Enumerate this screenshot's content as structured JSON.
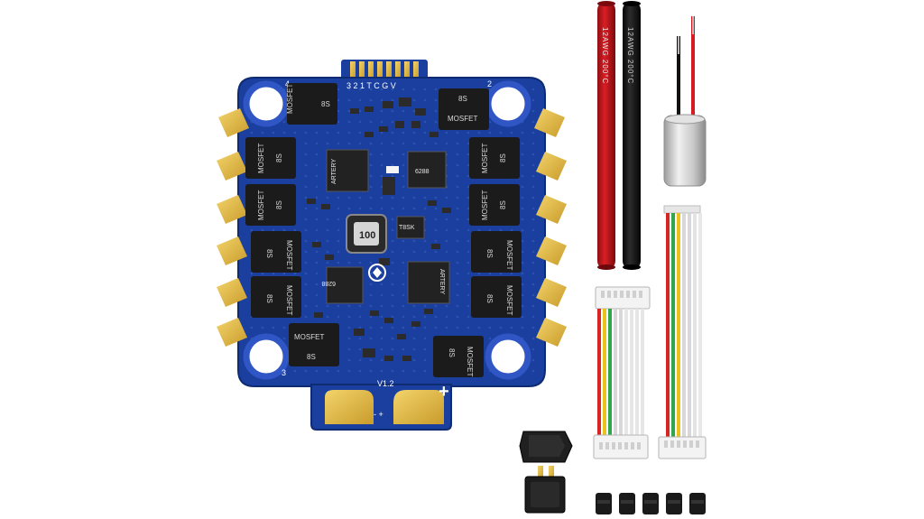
{
  "board": {
    "version_label": "V1.2",
    "inductor_label": "100",
    "corner_labels": [
      "4",
      "2",
      "3"
    ],
    "plus_sign": "+",
    "pad_polarity": "- +",
    "connector_pins": "3 2 1 T C G V",
    "mcu_chip_label": "6288",
    "mcu_chip_label_b": "6288",
    "driver_chip_label": "ARTERY",
    "driver_chip_label_b": "ARTERY",
    "sensor_chip_label": "T8SK",
    "mosfet_label": "MOSFET",
    "mosfet_volt": "8S"
  },
  "wires": {
    "red_label": "12AWG 200°C",
    "black_label": "12AWG 200°C"
  },
  "colors": {
    "pcb": "#1a3f9e",
    "pcb_dark": "#122f7a",
    "gold": "#e6be4a",
    "mosfet": "#1b1b1b",
    "wire_red": "#c8171d",
    "wire_black": "#161616"
  }
}
